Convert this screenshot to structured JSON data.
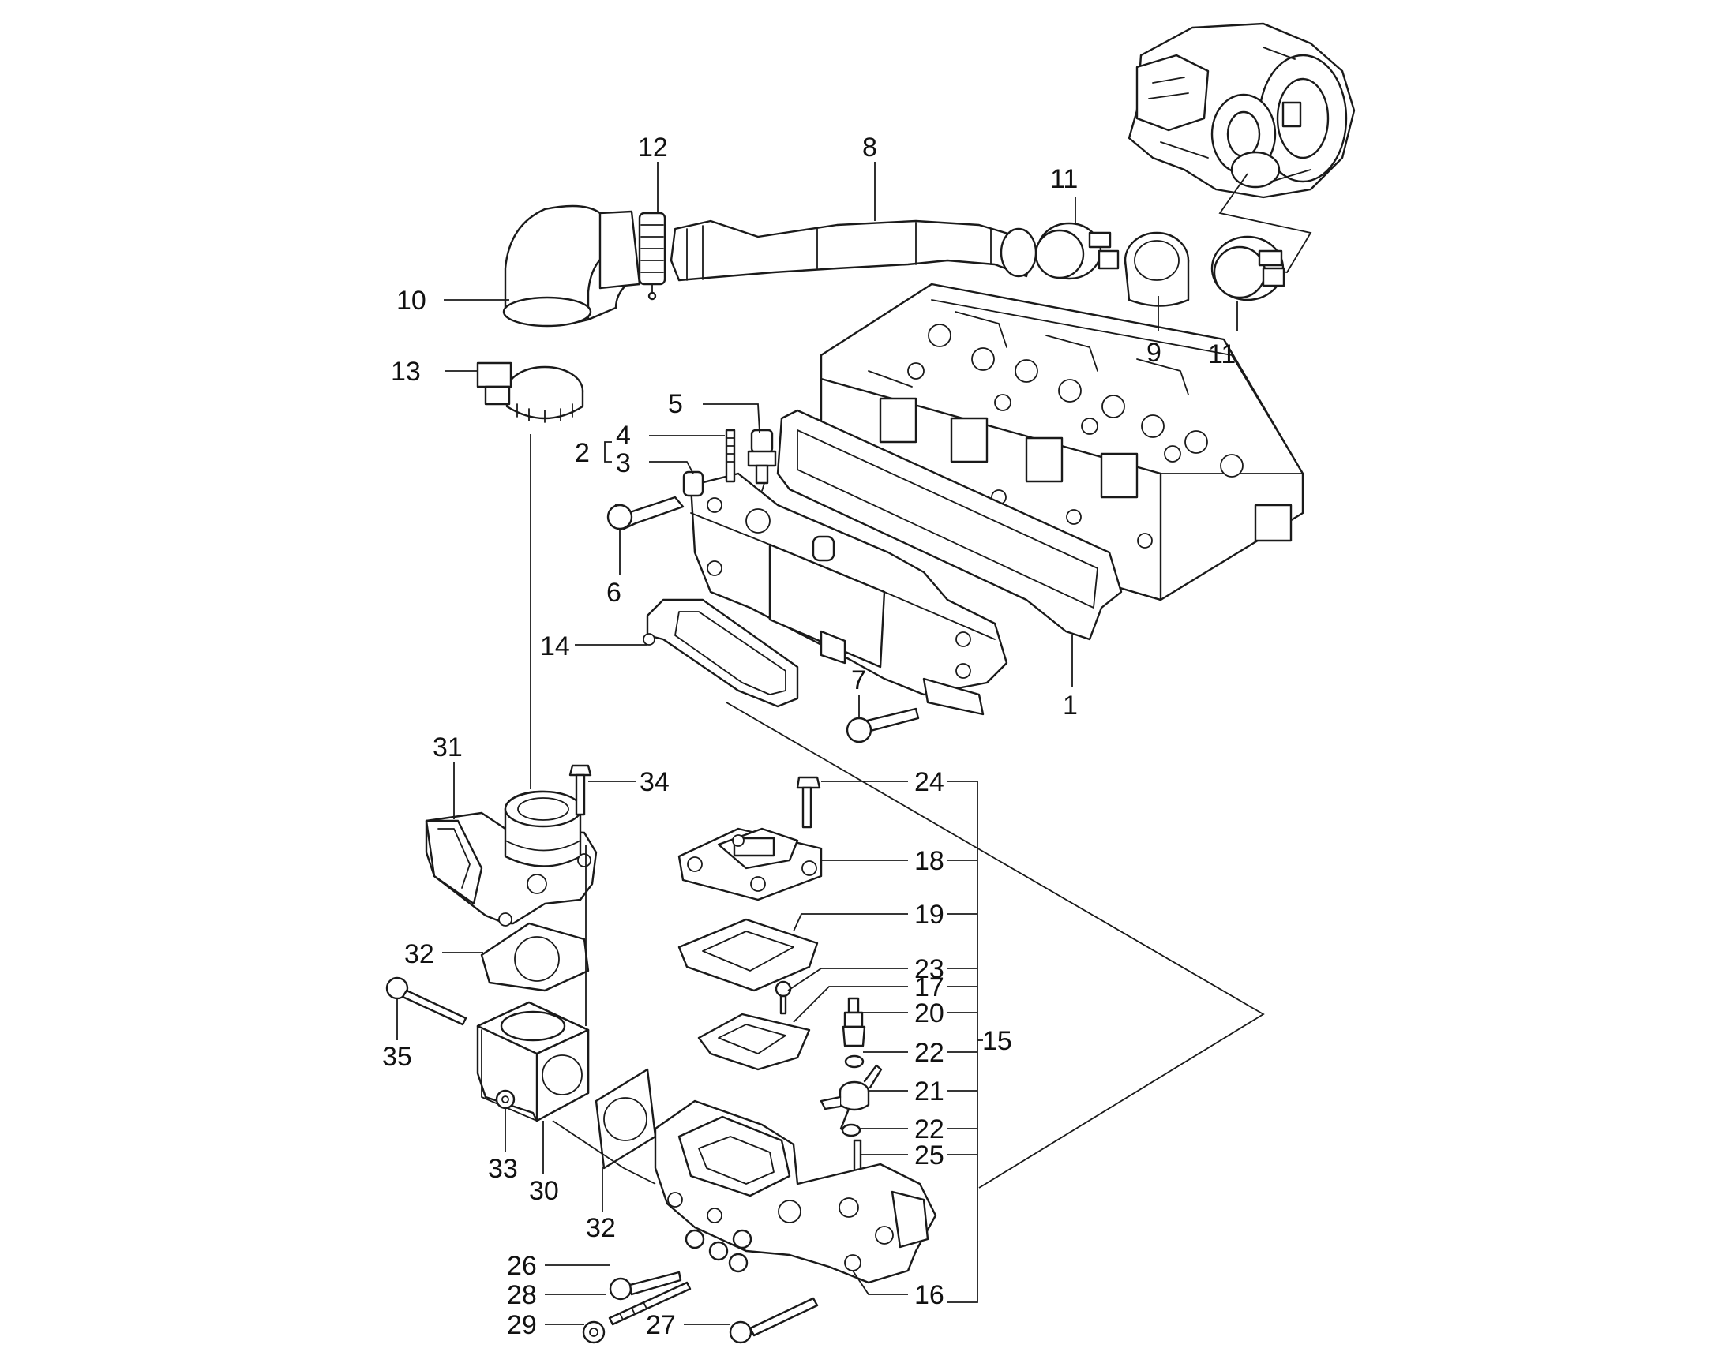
{
  "diagram": {
    "type": "exploded-parts-diagram",
    "line_color": "#1a1a1a",
    "background": "#ffffff",
    "callouts": [
      "1",
      "2",
      "3",
      "4",
      "5",
      "6",
      "7",
      "8",
      "9",
      "10",
      "11",
      "11",
      "12",
      "13",
      "14",
      "15",
      "16",
      "17",
      "18",
      "19",
      "20",
      "21",
      "22",
      "22",
      "23",
      "24",
      "25",
      "26",
      "27",
      "28",
      "29",
      "30",
      "31",
      "32",
      "32",
      "33",
      "34",
      "35"
    ]
  }
}
